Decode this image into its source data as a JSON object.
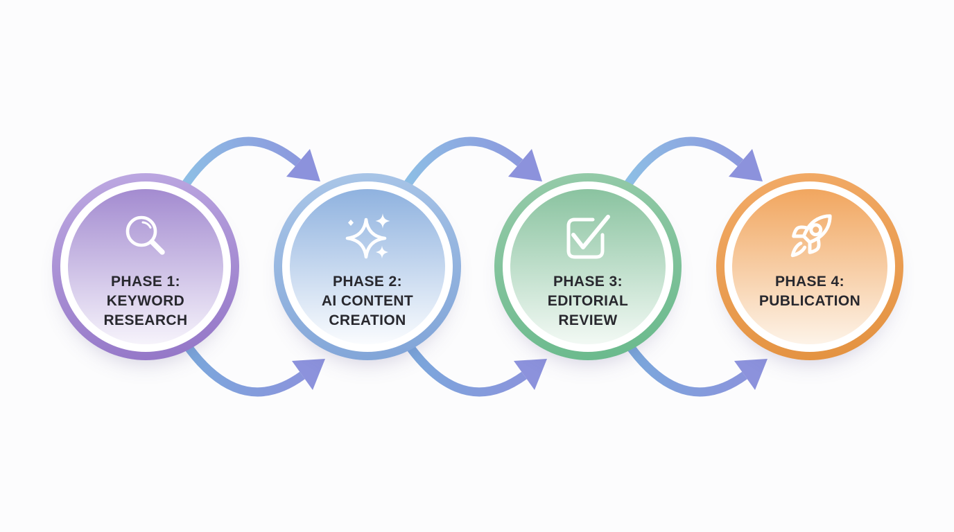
{
  "background": "#fcfcfd",
  "text_color": "#28282e",
  "arrows": {
    "top_start": "#8dc3e6",
    "top_end": "#8c92dc",
    "bottom_start": "#78abdc",
    "bottom_end": "#8c92dc"
  },
  "phases": [
    {
      "icon": "magnifier-icon",
      "label_lines": [
        "PHASE 1:",
        "KEYWORD",
        "RESEARCH"
      ],
      "colors": {
        "ring_top": "#beaae2",
        "ring_bottom": "#9274c6",
        "fill_top": "#a38bd0",
        "fill_bottom": "#f6f3fb"
      }
    },
    {
      "icon": "sparkles-icon",
      "label_lines": [
        "PHASE 2:",
        "AI CONTENT",
        "CREATION"
      ],
      "colors": {
        "ring_top": "#abc7e8",
        "ring_bottom": "#7fa3d7",
        "fill_top": "#8fb2df",
        "fill_bottom": "#fafcfe"
      }
    },
    {
      "icon": "check-square-icon",
      "label_lines": [
        "PHASE 3:",
        "EDITORIAL",
        "REVIEW"
      ],
      "colors": {
        "ring_top": "#97cbaa",
        "ring_bottom": "#68b98b",
        "fill_top": "#8ac3a0",
        "fill_bottom": "#f2f9f4"
      }
    },
    {
      "icon": "rocket-icon",
      "label_lines": [
        "PHASE 4:",
        "PUBLICATION"
      ],
      "colors": {
        "ring_top": "#f2ab68",
        "ring_bottom": "#e3913f",
        "fill_top": "#f1a65f",
        "fill_bottom": "#fdf3e8"
      }
    }
  ]
}
